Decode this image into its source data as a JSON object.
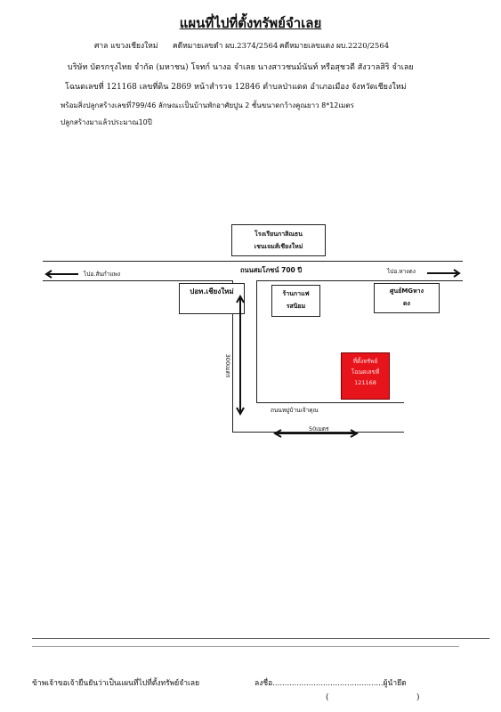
{
  "header": {
    "title": "แผนที่ไปที่ตั้งทรัพย์จำเลย",
    "court": "ศาล แขวงเชียงใหม่",
    "black_case": "คดีหมายเลขดำ ผบ.2374/2564",
    "red_case": "คดีหมายเลขแดง ผบ.2220/2564",
    "parties": "บริษัท บัตรกรุงไทย จำกัด (มหาชน) โจทก์ นางอ จำเลย นางสาวชนม์นันท์ หรือสุชวดี สังวาลสิริ จำเลย",
    "deed": "โฉนดเลขที่ 121168 เลขที่ดิน 2869 หน้าสำรวจ 12846 ตำบลป่าแดด อำเภอเมือง จังหวัดเชียงใหม่",
    "building": "พร้อมสิ่งปลูกสร้างเลขที่799/46 ลักษณะเป็นบ้านพักอาศัยปูน 2 ชั้นขนาดกว้างคูณยาว 8*12เมตร",
    "age": "ปลูกสร้างมาแล้วประมาณ10ปี"
  },
  "map": {
    "school_line1": "โรงเรียนกาสิณธน",
    "school_line2": "เชนเจมส์เชียงใหม่",
    "main_road": "ถนนสมโภชน์ 700 ปี",
    "left_direction": "ไปอ.สันกำแพง",
    "right_direction": "ไปอ.หางดง",
    "police_station": "ปอท.เชียงใหม่",
    "coffee_line1": "ร้านกาแฟ",
    "coffee_line2": "รสนิยม",
    "mg_line1": "ศูนย์MGหาง",
    "mg_line2": "ดง",
    "property_line1": "ที่ตั้งทรัพย์",
    "property_line2": "โฉนดเลขที่",
    "property_line3": "121168",
    "distance_vertical": "300เมตร",
    "side_road": "ถนนหมู่บ้านเจ้าคุณ",
    "distance_horizontal": "50เมตร",
    "property_color": "#e8141c"
  },
  "footer": {
    "certify": "ข้าพเจ้าขอเจ้ายืนยันว่าเป็นแผนที่ไปที่ตั้งทรัพย์จำเลย",
    "sign_label": "ลงชื่อ",
    "sign_dots": "..............................................",
    "seizer": "ผู้นำยึด",
    "paren_open": "(",
    "paren_close": ")"
  }
}
